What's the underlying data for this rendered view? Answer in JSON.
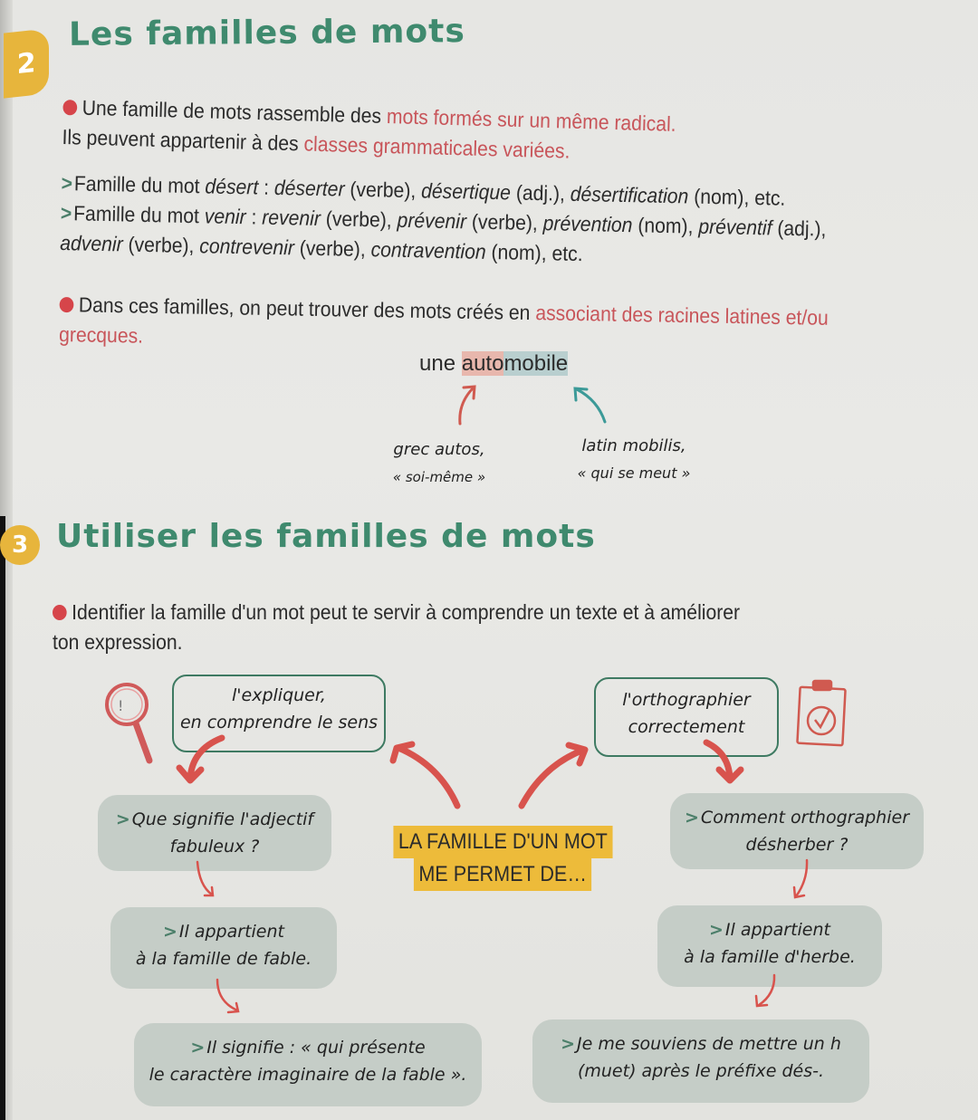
{
  "section2": {
    "number": "2",
    "title": "Les familles de mots",
    "bullet1": {
      "text_a": "Une famille de mots rassemble des ",
      "red_a": "mots formés sur un même radical.",
      "text_b": "Ils peuvent appartenir à des ",
      "red_b": "classes grammaticales variées."
    },
    "examples": [
      {
        "marker": ">",
        "lead": "Famille du mot ",
        "word": "désert",
        "sep": " : ",
        "items": [
          {
            "word": "déserter",
            "cls": " (verbe), "
          },
          {
            "word": "désertique",
            "cls": " (adj.), "
          },
          {
            "word": "désertification",
            "cls": " (nom), etc."
          }
        ]
      },
      {
        "marker": ">",
        "lead": "Famille du mot ",
        "word": "venir",
        "sep": " : ",
        "items": [
          {
            "word": "revenir",
            "cls": " (verbe), "
          },
          {
            "word": "prévenir",
            "cls": " (verbe), "
          },
          {
            "word": "prévention",
            "cls": " (nom), "
          },
          {
            "word": "préventif",
            "cls": " (adj.), "
          },
          {
            "word": "advenir",
            "cls": " (verbe), "
          },
          {
            "word": "contrevenir",
            "cls": " (verbe), "
          },
          {
            "word": "contravention",
            "cls": " (nom), etc."
          }
        ]
      }
    ],
    "bullet2": {
      "text_a": "Dans ces familles, on peut trouver des mots créés en ",
      "red_a": "associant des racines latines et/ou grecques."
    },
    "diagram": {
      "word_prefix": "une ",
      "part_greek": "auto",
      "part_latin": "mobile",
      "greek_root_line1": "grec autos,",
      "greek_root_line2": "« soi-même »",
      "latin_root_line1": "latin mobilis,",
      "latin_root_line2": "« qui se meut »"
    }
  },
  "section3": {
    "number": "3",
    "title": "Utiliser les familles de mots",
    "bullet": "Identifier la famille d'un mot peut te servir à comprendre un texte et à améliorer ton expression.",
    "center_label_line1": "LA FAMILLE D'UN MOT",
    "center_label_line2": "ME PERMET DE…",
    "left_goal_line1": "l'expliquer,",
    "left_goal_line2": "en comprendre le sens",
    "right_goal_line1": "l'orthographier",
    "right_goal_line2": "correctement",
    "left_steps": [
      {
        "marker": ">",
        "line1": "Que signifie l'adjectif",
        "line2": "fabuleux ?"
      },
      {
        "marker": ">",
        "line1": "Il appartient",
        "line2": "à la famille de fable."
      },
      {
        "marker": ">",
        "line1": "Il signifie : « qui présente",
        "line2": "le caractère imaginaire de la fable »."
      }
    ],
    "right_steps": [
      {
        "marker": ">",
        "line1": "Comment orthographier",
        "line2": "désherber ?"
      },
      {
        "marker": ">",
        "line1": "Il appartient",
        "line2": "à la famille d'herbe."
      },
      {
        "marker": ">",
        "line1": "Je me souviens de mettre un h",
        "line2": "(muet) après le préfixe dés-."
      }
    ],
    "icons": {
      "left": "magnifier-icon",
      "right": "clipboard-check-icon"
    }
  },
  "colors": {
    "heading_green": "#3f8a6e",
    "accent_red": "#c8555a",
    "badge_yellow": "#e7b53c",
    "highlight_yellow": "#edbb3a",
    "box_gray": "#c5cdc7",
    "teal_arrow": "#3c9a98"
  }
}
